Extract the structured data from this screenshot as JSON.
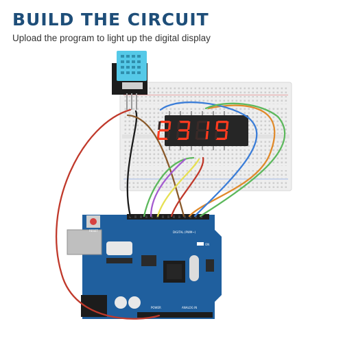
{
  "header": {
    "title": "BUILD THE CIRCUIT",
    "subtitle": "Upload the program to light up the digital display"
  },
  "display": {
    "digits": "2319"
  },
  "board": {
    "reset_label": "RESET",
    "digital_label": "DIGITAL (PWM~)",
    "power_label": "POWER",
    "analog_label": "ANALOG IN",
    "on_label": "ON"
  },
  "colors": {
    "title": "#1e4e79",
    "board": "#1f5f9e",
    "segment_on": "#ff3b1f",
    "sensor": "#55c9e8"
  }
}
